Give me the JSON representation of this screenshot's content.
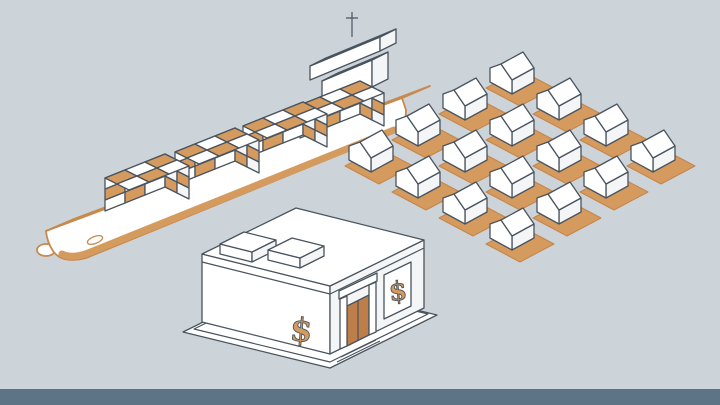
{
  "meta": {
    "description": "Isometric editorial illustration of a container cargo ship, a bank building with dollar signs, and a grid of houses on orange land plots",
    "background_color": "#ccd4da",
    "footer_bar_color": "#5c7485",
    "outline_color": "#4a545e",
    "accent_orange": "#d59a5e",
    "ship_outline_color": "#c8894e",
    "door_color": "#be7e4a",
    "fill_white": "#ffffff"
  },
  "ship": {
    "name": "container-ship",
    "container_stacks": 4,
    "container_colors": [
      "#ffffff",
      "#d59a5e"
    ]
  },
  "bank": {
    "name": "bank-building",
    "dollar_sign": "$",
    "dollar_sign_count": 2,
    "skylight_count": 2
  },
  "houses": {
    "name": "housing-grid",
    "count": 16,
    "plot_color": "#d59a5e"
  },
  "footer": {
    "name": "footer-bar"
  }
}
